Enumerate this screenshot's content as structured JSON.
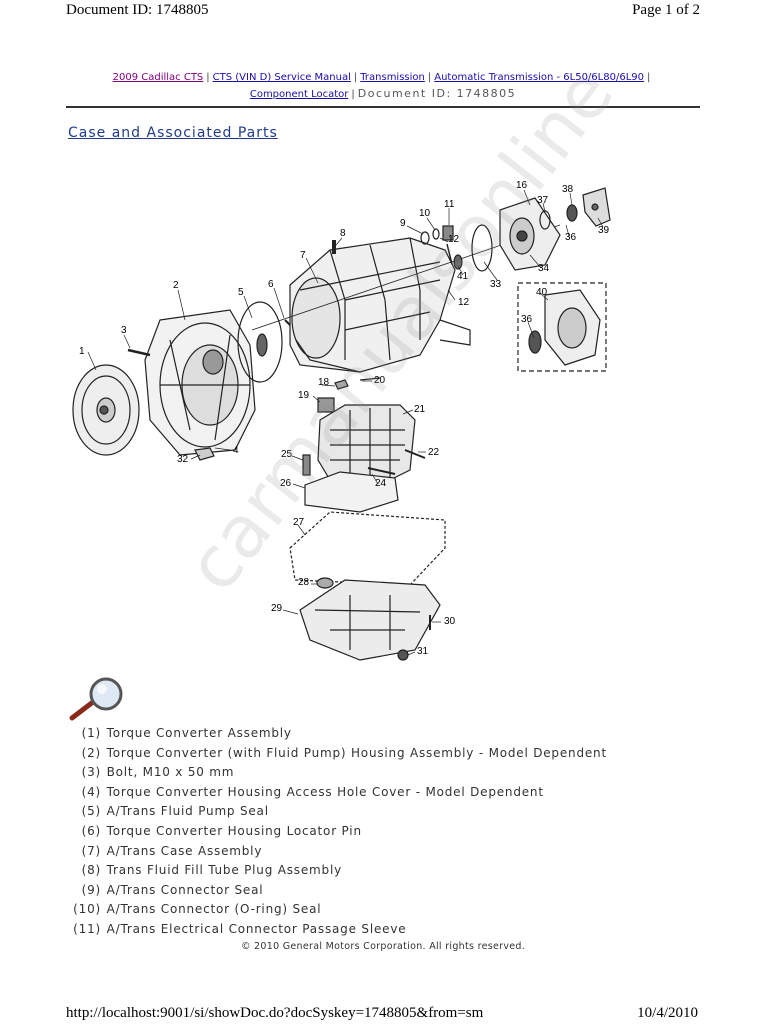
{
  "header": {
    "document_id": "Document ID: 1748805",
    "page": "Page 1 of 2"
  },
  "breadcrumb": {
    "items": [
      "2009 Cadillac CTS",
      "CTS (VIN D) Service Manual",
      "Transmission",
      "Automatic Transmission - 6L50/6L80/6L90",
      "Component Locator"
    ],
    "separator": "|",
    "document_id": "Document ID: 1748805"
  },
  "section_title": "Case and Associated Parts",
  "diagram": {
    "callouts": [
      "1",
      "2",
      "3",
      "4",
      "5",
      "6",
      "7",
      "8",
      "9",
      "10",
      "11",
      "12",
      "12",
      "16",
      "18",
      "19",
      "20",
      "21",
      "22",
      "24",
      "25",
      "26",
      "27",
      "28",
      "29",
      "30",
      "31",
      "32",
      "33",
      "34",
      "36",
      "36",
      "37",
      "38",
      "39",
      "40",
      "41"
    ],
    "watermark": "carmanualsonline",
    "colors": {
      "line": "#222222",
      "shade": "#bbbbbb",
      "bg": "#ffffff"
    }
  },
  "magnifier_icon": "zoom-magnifier-icon",
  "parts": [
    {
      "num": "(1)",
      "desc": "Torque Converter Assembly"
    },
    {
      "num": "(2)",
      "desc": "Torque Converter (with Fluid Pump) Housing Assembly - Model Dependent"
    },
    {
      "num": "(3)",
      "desc": "Bolt, M10 x 50 mm"
    },
    {
      "num": "(4)",
      "desc": "Torque Converter Housing Access Hole Cover - Model Dependent"
    },
    {
      "num": "(5)",
      "desc": "A/Trans Fluid Pump Seal"
    },
    {
      "num": "(6)",
      "desc": "Torque Converter Housing Locator Pin"
    },
    {
      "num": "(7)",
      "desc": "A/Trans Case Assembly"
    },
    {
      "num": "(8)",
      "desc": "Trans Fluid Fill Tube Plug Assembly"
    },
    {
      "num": "(9)",
      "desc": "A/Trans Connector Seal"
    },
    {
      "num": "(10)",
      "desc": "A/Trans Connector (O-ring) Seal"
    },
    {
      "num": "(11)",
      "desc": "A/Trans Electrical Connector Passage Sleeve"
    }
  ],
  "copyright": "© 2010 General Motors Corporation.  All rights reserved.",
  "footer": {
    "url": "http://localhost:9001/si/showDoc.do?docSyskey=1748805&from=sm",
    "date": "10/4/2010"
  }
}
